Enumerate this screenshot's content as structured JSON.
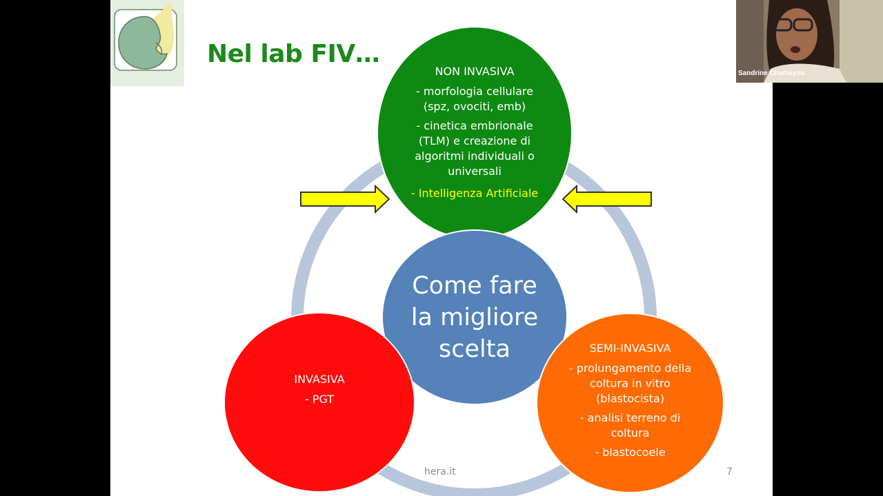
{
  "slide": {
    "title": "Nel lab FIV…",
    "footer": "hera.it",
    "page_number": "7",
    "center": {
      "text": "Come fare la migliore scelta"
    },
    "non_invasive": {
      "heading": "NON INVASIVA",
      "items": [
        "- morfologia cellulare (spz, ovociti, emb)",
        "- cinetica embrionale (TLM) e creazione di algoritmi individuali o universali"
      ],
      "highlight": "- Intelligenza Artificiale"
    },
    "invasive": {
      "heading": "INVASIVA",
      "items": [
        "- PGT"
      ]
    },
    "semi_invasive": {
      "heading": "SEMI-INVASIVA",
      "items": [
        "- prolungamento della coltura in vitro (blastocista)",
        "- analisi terreno di coltura",
        "- blastocoele"
      ]
    }
  },
  "webcam": {
    "participant_name": "Sandrine Chamayou"
  },
  "colors": {
    "title_green": "#1b8a1b",
    "non_invasive": "#0e8a12",
    "center": "#5482b9",
    "invasive": "#ff0c0c",
    "semi_invasive": "#fe6a04",
    "ring": "#b8c6dc",
    "arrow": "#ffff00",
    "highlight_text": "#ffff00"
  },
  "icons": [
    "fetus-logo-icon",
    "arrow-right-icon",
    "arrow-left-icon"
  ]
}
